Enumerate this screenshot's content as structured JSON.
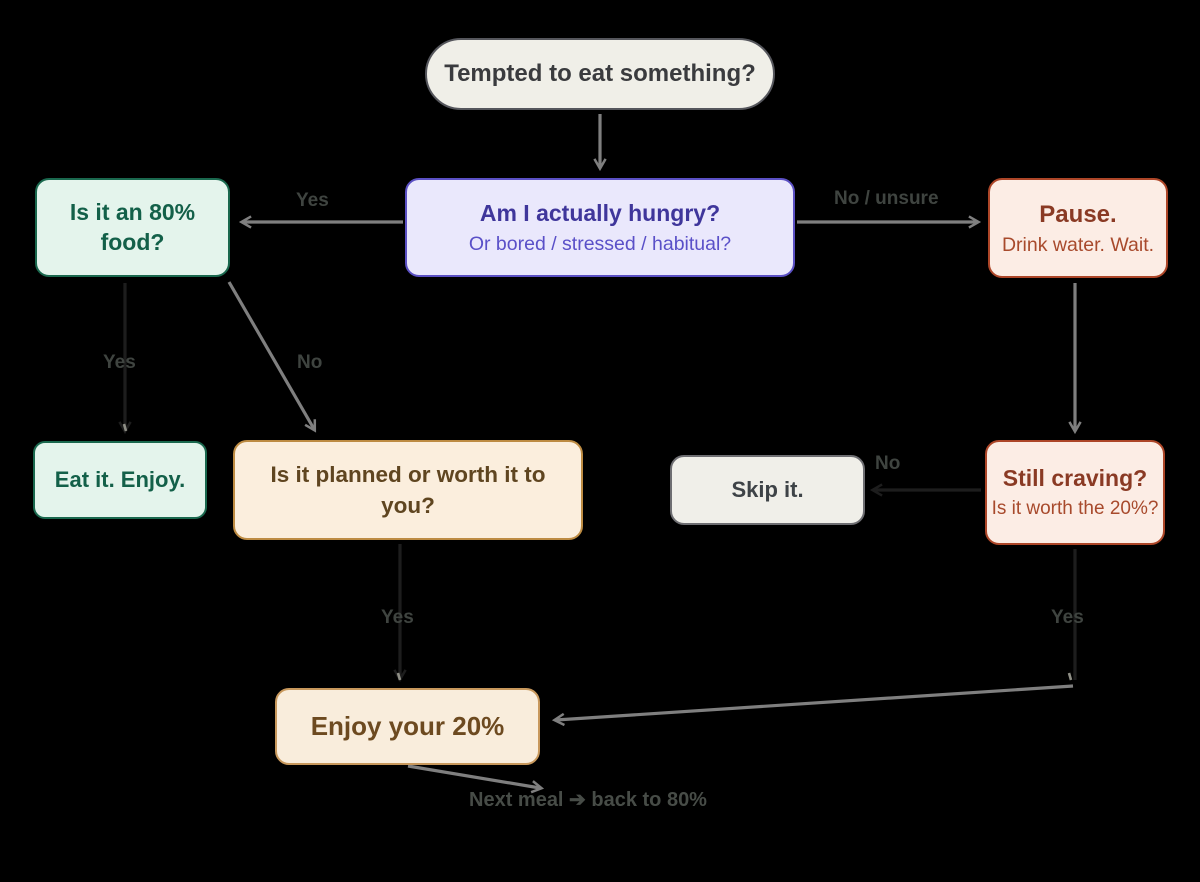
{
  "flowchart": {
    "nodes": {
      "start": {
        "title": "Tempted to eat something?"
      },
      "hungry": {
        "title": "Am I actually hungry?",
        "subtitle": "Or bored / stressed / habitual?"
      },
      "food80": {
        "title": "Is it an 80% food?"
      },
      "pause": {
        "title": "Pause.",
        "subtitle": "Drink water. Wait."
      },
      "eat": {
        "title": "Eat it. Enjoy."
      },
      "planned": {
        "title": "Is it planned or worth it to you?"
      },
      "skip": {
        "title": "Skip it."
      },
      "craving": {
        "title": "Still craving?",
        "subtitle": "Is it worth the 20%?"
      },
      "enjoy": {
        "title": "Enjoy your 20%"
      }
    },
    "edge_labels": {
      "hungry_yes": "Yes",
      "hungry_no": "No / unsure",
      "food80_yes": "Yes",
      "food80_no": "No",
      "craving_no": "No",
      "planned_yes": "Yes",
      "craving_yes": "Yes"
    },
    "annotation": "Next meal ➔ back to 80%",
    "colors": {
      "background": "#000000",
      "arrow": "#7f7f7f",
      "arrow_faint": "#1d1d1d",
      "arrow_tick": "#8f8f86",
      "edge_label": "#3f4440",
      "annotation_color": "#474c47",
      "start_fill": "#f0efe8",
      "start_border": "#55565c",
      "start_text": "#3a3b3e",
      "hungry_fill": "#eae8fc",
      "hungry_border": "#5b50c4",
      "hungry_title": "#3f369b",
      "hungry_subtitle": "#5a50c8",
      "green_fill": "#e4f4ec",
      "green_border": "#1a684e",
      "green_text": "#136049",
      "red_fill": "#fcede5",
      "red_border": "#ad4628",
      "red_title": "#8a3a24",
      "red_subtitle": "#a84a2c",
      "tan_fill": "#fbeedd",
      "tan_border": "#bd8b42",
      "tan_text": "#5f4520",
      "skip_fill": "#f0efe9",
      "skip_border": "#6e6e72",
      "skip_text": "#3e4347",
      "enjoy_fill": "#f9eddc",
      "enjoy_border": "#c8985c",
      "enjoy_text": "#6d4a20"
    }
  }
}
